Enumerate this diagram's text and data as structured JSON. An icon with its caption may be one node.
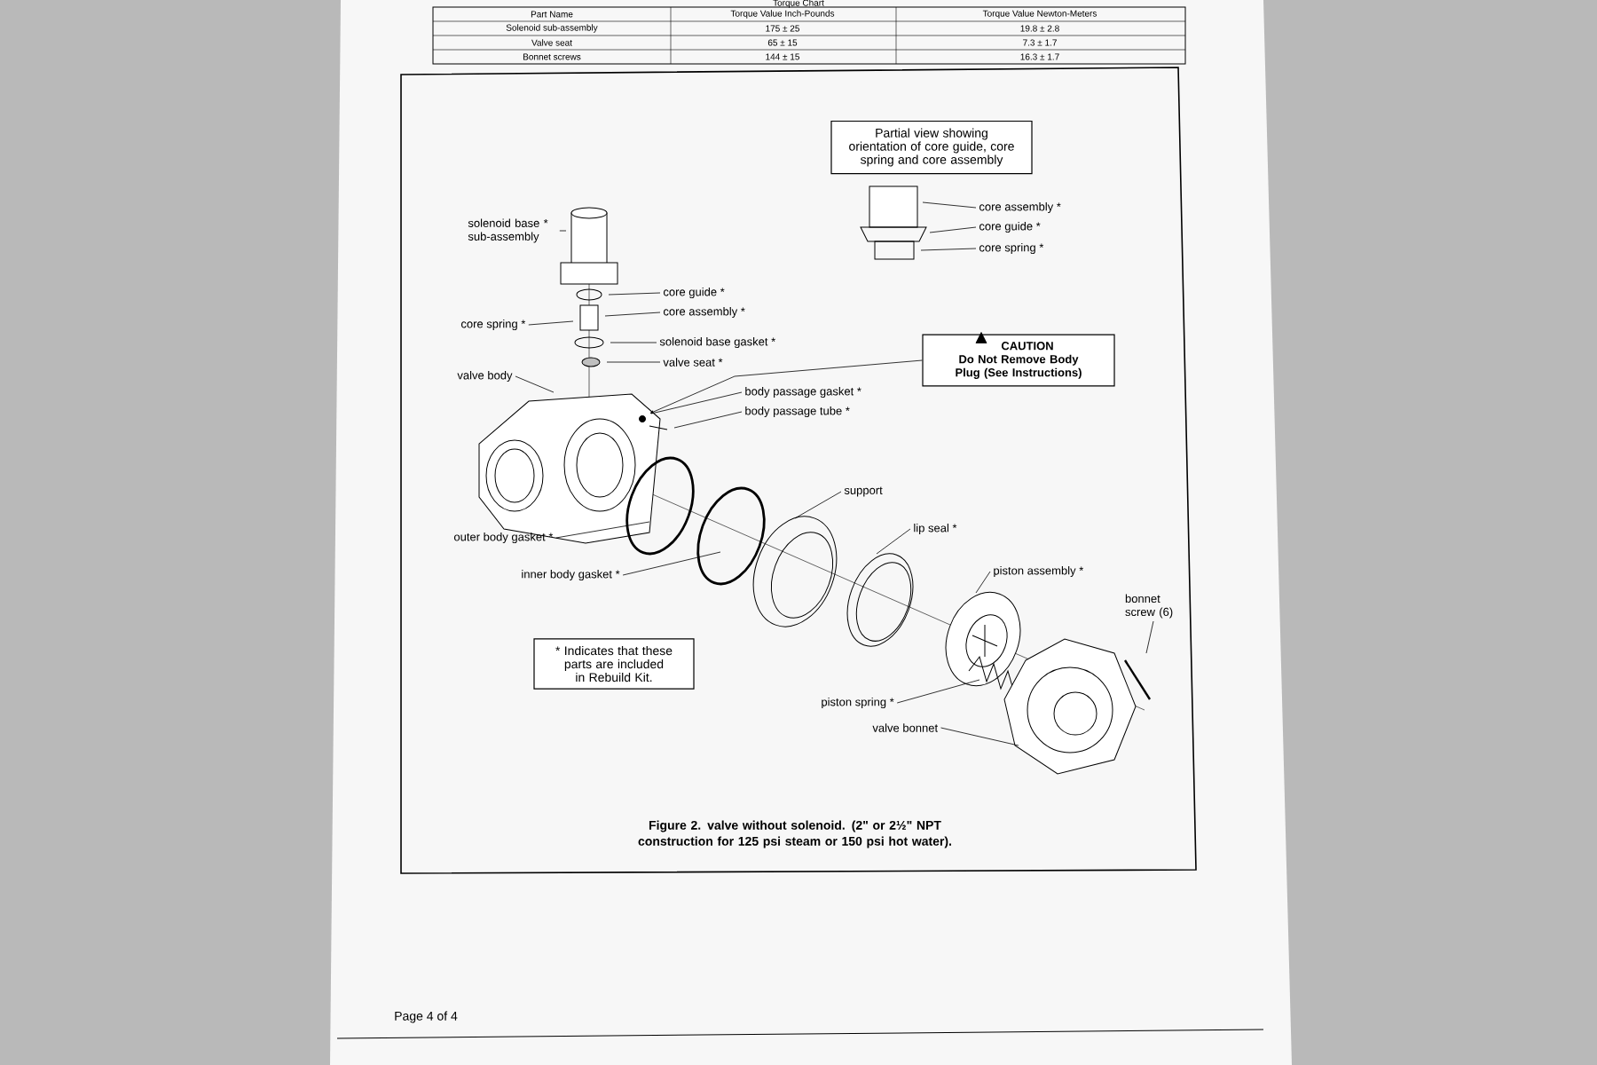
{
  "diagram": {
    "caption": "Figure 2. valve without solenoid. (2\" or 2½\" NPT construction for 125 psi steam or 150 psi hot water).",
    "nodes": [
      {
        "text": [
          "solenoid base * sub-assembly"
        ]
      },
      {
        "text": [
          "core guide *"
        ]
      },
      {
        "text": [
          "core assembly *"
        ]
      },
      {
        "text": [
          "core spring *"
        ]
      },
      {
        "text": [
          "solenoid base gasket *"
        ]
      },
      {
        "text": [
          "valve seat *"
        ]
      },
      {
        "text": [
          "valve body"
        ]
      },
      {
        "text": [
          "body passage gasket *"
        ]
      },
      {
        "text": [
          "body passage tube *"
        ]
      },
      {
        "text": [
          "outer body gasket *"
        ]
      },
      {
        "text": [
          "inner body gasket *"
        ]
      },
      {
        "text": [
          "support"
        ]
      },
      {
        "text": [
          "lip seal *"
        ]
      },
      {
        "text": [
          "piston assembly *"
        ]
      },
      {
        "text": [
          "bonnet screw (6)"
        ]
      },
      {
        "text": [
          "piston spring *"
        ]
      },
      {
        "text": [
          "valve bonnet"
        ]
      },
      {
        "text": [
          "CAUTION",
          "Do Not Remove Body Plug (See Instructions)"
        ]
      },
      {
        "text": [
          "Partial view showing orientation of core guide, core spring and core assembly"
        ]
      },
      {
        "text": [
          "* Indicates that these parts are included in Rebuild Kit."
        ]
      },
      {
        "text": [
          "core assembly *"
        ]
      },
      {
        "text": [
          "core guide *"
        ]
      },
      {
        "text": [
          "core spring *"
        ]
      }
    ],
    "edges": [
      {
        "from": 0,
        "to": null,
        "arrow": "none"
      },
      {
        "from": 1,
        "to": null,
        "arrow": "none"
      },
      {
        "from": 2,
        "to": null,
        "arrow": "none"
      },
      {
        "from": 3,
        "to": null,
        "arrow": "none"
      },
      {
        "from": 4,
        "to": null,
        "arrow": "none"
      },
      {
        "from": 5,
        "to": null,
        "arrow": "none"
      },
      {
        "from": 6,
        "to": null,
        "arrow": "none"
      },
      {
        "from": 7,
        "to": null,
        "arrow": "none"
      },
      {
        "from": 8,
        "to": null,
        "arrow": "none"
      },
      {
        "from": 9,
        "to": null,
        "arrow": "none"
      },
      {
        "from": 10,
        "to": null,
        "arrow": "none"
      },
      {
        "from": 11,
        "to": null,
        "arrow": "none"
      },
      {
        "from": 12,
        "to": null,
        "arrow": "none"
      },
      {
        "from": 13,
        "to": null,
        "arrow": "none"
      },
      {
        "from": 14,
        "to": null,
        "arrow": "none"
      },
      {
        "from": 15,
        "to": null,
        "arrow": "none"
      },
      {
        "from": 16,
        "to": null,
        "arrow": "none"
      },
      {
        "from": 17,
        "to": null,
        "arrow": "to"
      },
      {
        "from": 20,
        "to": null,
        "arrow": "none"
      },
      {
        "from": 21,
        "to": null,
        "arrow": "none"
      },
      {
        "from": 22,
        "to": null,
        "arrow": "none"
      }
    ],
    "labels": [
      "Torque Chart",
      "Part Name",
      "Torque Value Inch-Pounds",
      "Torque Value Newton-Meters",
      "Solenoid sub-assembly",
      "175 ± 25",
      "19.8 ± 2.8",
      "Valve seat",
      "65 ± 15",
      "7.3 ± 1.7",
      "Bonnet screws",
      "144 ± 15",
      "16.3 ± 1.7",
      "Page 4 of 4"
    ]
  }
}
